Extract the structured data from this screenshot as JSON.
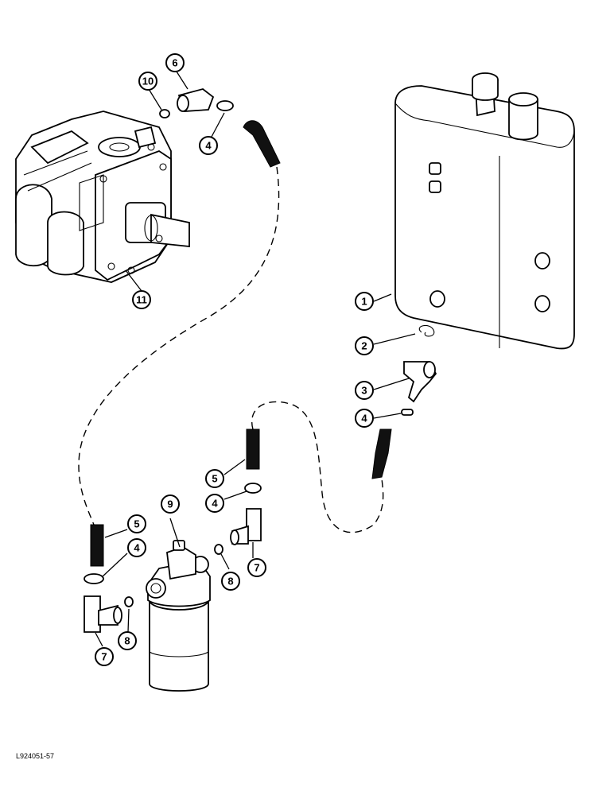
{
  "figure": {
    "reference_code": "L924051-57"
  },
  "callouts": [
    {
      "id": "c10",
      "label": "10"
    },
    {
      "id": "c6",
      "label": "6"
    },
    {
      "id": "c4a",
      "label": "4"
    },
    {
      "id": "c11",
      "label": "11"
    },
    {
      "id": "c1",
      "label": "1"
    },
    {
      "id": "c2",
      "label": "2"
    },
    {
      "id": "c3",
      "label": "3"
    },
    {
      "id": "c4b",
      "label": "4"
    },
    {
      "id": "c5a",
      "label": "5"
    },
    {
      "id": "c4c",
      "label": "4"
    },
    {
      "id": "c9",
      "label": "9"
    },
    {
      "id": "c7a",
      "label": "7"
    },
    {
      "id": "c8a",
      "label": "8"
    },
    {
      "id": "c5b",
      "label": "5"
    },
    {
      "id": "c4d",
      "label": "4"
    },
    {
      "id": "c8b",
      "label": "8"
    },
    {
      "id": "c7b",
      "label": "7"
    }
  ]
}
